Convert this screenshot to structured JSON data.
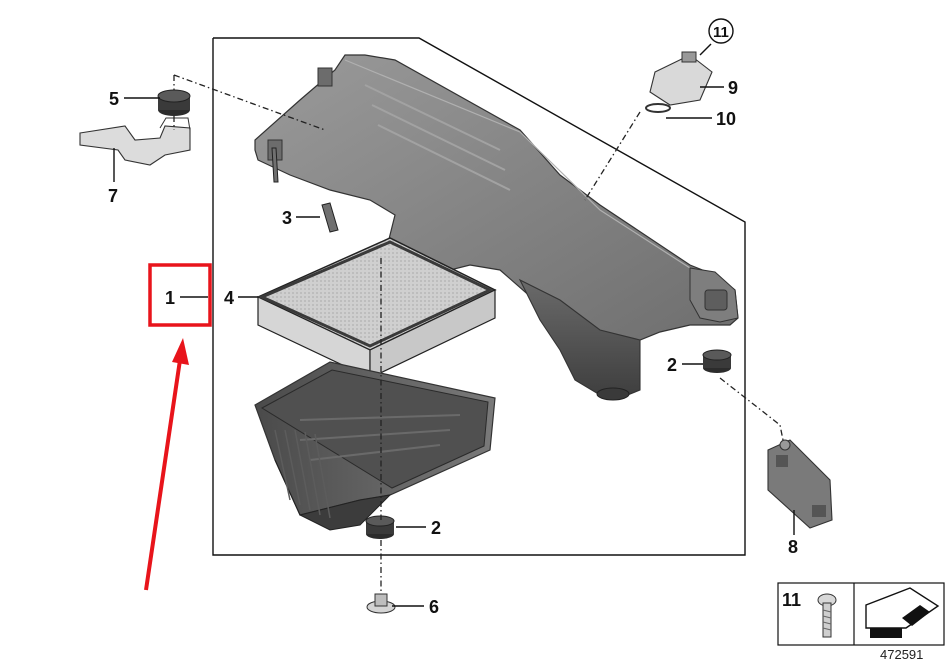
{
  "callouts": {
    "c1": "1",
    "c2a": "2",
    "c2b": "2",
    "c3": "3",
    "c4": "4",
    "c5": "5",
    "c6": "6",
    "c7": "7",
    "c8": "8",
    "c9": "9",
    "c10": "10",
    "c11": "11"
  },
  "legend": {
    "number": "11"
  },
  "diagram_id": "472591",
  "colors": {
    "highlight_box": "#e8141b",
    "arrow": "#e8141b",
    "housing_dark": "#5a5a5a",
    "housing_light": "#8c8c8c"
  }
}
